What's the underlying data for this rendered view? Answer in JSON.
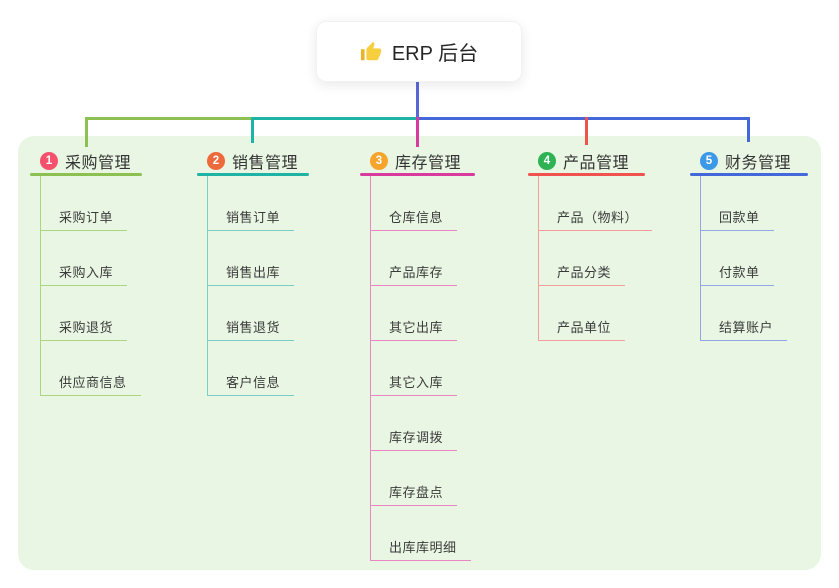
{
  "root": {
    "label": "ERP 后台",
    "icon": "thumbs-up-icon",
    "icon_colors": {
      "hand": "#F7CE3E",
      "cuff": "#E9B32A"
    }
  },
  "canvas": {
    "background": "#E9F6E3"
  },
  "connectors": {
    "root_line_color": "#5A67D8"
  },
  "branches": [
    {
      "num": "1",
      "label": "采购管理",
      "badge_color": "#F4516C",
      "line_color": "#8CC152",
      "light_color": "#ABD57E",
      "children": [
        "采购订单",
        "采购入库",
        "采购退货",
        "供应商信息"
      ]
    },
    {
      "num": "2",
      "label": "销售管理",
      "badge_color": "#ED6A3C",
      "line_color": "#1FB3A6",
      "light_color": "#79CEC5",
      "children": [
        "销售订单",
        "销售出库",
        "销售退货",
        "客户信息"
      ]
    },
    {
      "num": "3",
      "label": "库存管理",
      "badge_color": "#F6A42C",
      "line_color": "#D83A9D",
      "light_color": "#EA86C4",
      "children": [
        "仓库信息",
        "产品库存",
        "其它出库",
        "其它入库",
        "库存调拨",
        "库存盘点",
        "出库库明细"
      ]
    },
    {
      "num": "4",
      "label": "产品管理",
      "badge_color": "#2EB253",
      "line_color": "#F0524F",
      "light_color": "#F59D9B",
      "children": [
        "产品（物料）",
        "产品分类",
        "产品单位"
      ]
    },
    {
      "num": "5",
      "label": "财务管理",
      "badge_color": "#3C99E8",
      "line_color": "#4467D9",
      "light_color": "#93A7E6",
      "children": [
        "回款单",
        "付款单",
        "结算账户"
      ]
    }
  ]
}
